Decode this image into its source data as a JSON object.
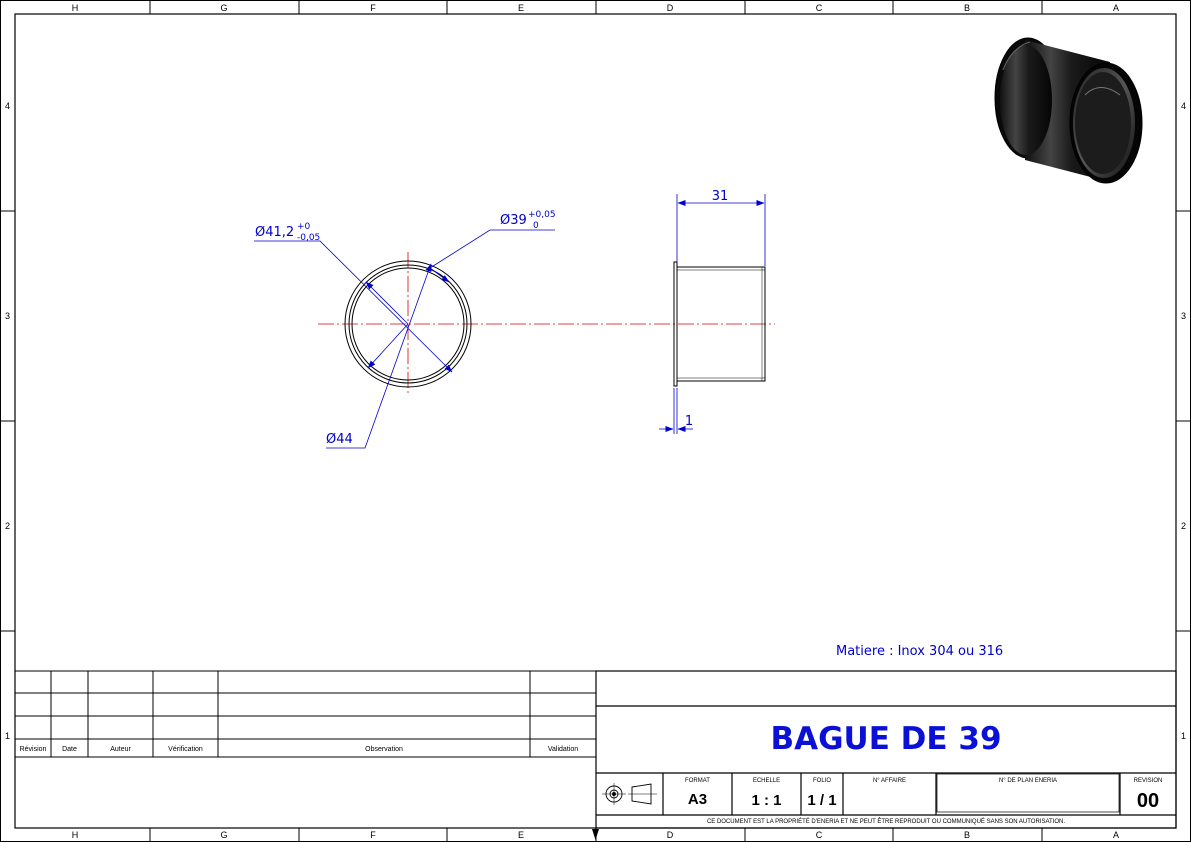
{
  "frame": {
    "columns": [
      "H",
      "G",
      "F",
      "E",
      "D",
      "C",
      "B",
      "A"
    ],
    "rows": [
      "4",
      "3",
      "2",
      "1"
    ]
  },
  "dimensions": {
    "d_outer_label": "Ø41,2",
    "d_outer_tol_up": "+0",
    "d_outer_tol_low": "-0,05",
    "d_inner_label": "Ø39",
    "d_inner_tol_up": "+0,05",
    "d_inner_tol_low": "0",
    "d_flange_label": "Ø44",
    "length_label": "31",
    "flange_label": "1"
  },
  "material": "Matiere : Inox 304 ou 316",
  "revision_table": {
    "headers": [
      "Révision",
      "Date",
      "Auteur",
      "Vérification",
      "Observation",
      "Validation"
    ]
  },
  "title_block": {
    "title": "BAGUE DE 39",
    "format_label": "FORMAT",
    "format_value": "A3",
    "scale_label": "ECHELLE",
    "scale_value": "1 : 1",
    "folio_label": "FOLIO",
    "folio_value": "1 / 1",
    "affaire_label": "N° AFFAIRE",
    "plan_label": "N° DE PLAN ENERIA",
    "revision_label": "REVISION",
    "revision_value": "00",
    "footer": "CE DOCUMENT EST LA PROPRIÉTÉ D'ENERIA ET NE PEUT ÊTRE REPRODUIT OU COMMUNIQUÉ SANS SON AUTORISATION."
  },
  "colors": {
    "dimension": "#0000cc",
    "centerline": "#dd0000",
    "title": "#0a10d6"
  }
}
